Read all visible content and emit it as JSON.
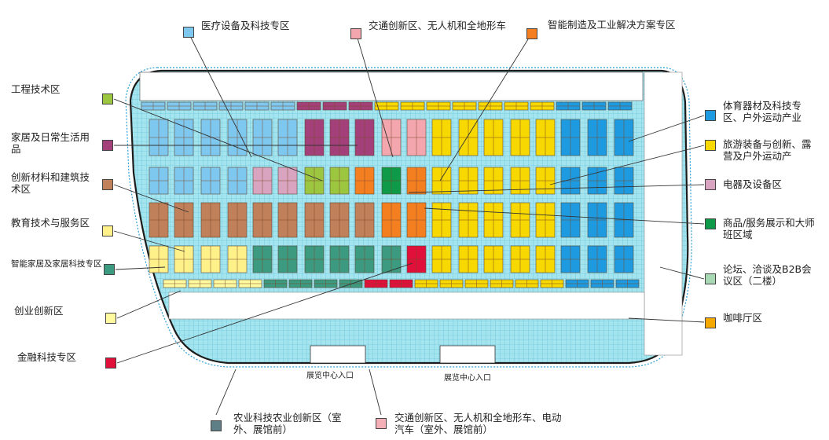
{
  "colors": {
    "medical": "#7ec8ef",
    "transport": "#f4a6ae",
    "manufacturing": "#f47f20",
    "engineering": "#9cc640",
    "home": "#a3407a",
    "materials": "#c0805a",
    "education": "#fff18a",
    "smart_home": "#3c9a80",
    "startup": "#fff9a0",
    "fintech": "#e0103a",
    "sports": "#1e9be0",
    "travel": "#f7d800",
    "electrical": "#d9a4c0",
    "showcase": "#0e9a48",
    "forum": "#a9d8b4",
    "cafe": "#f5a800",
    "agri": "#5f7f86",
    "transport_outdoor": "#f4b0b6",
    "hall_bg": "#a4e4ee",
    "grid_line": "#52bcd6",
    "wall": "#1c1c1c",
    "leader": "#333333"
  },
  "legend": {
    "left": [
      {
        "id": "engineering",
        "label": "工程技术区"
      },
      {
        "id": "home",
        "label": "家居及日常生活用品"
      },
      {
        "id": "materials",
        "label": "创新材料和建筑技术区"
      },
      {
        "id": "education",
        "label": "教育技术与服务区"
      },
      {
        "id": "smart_home",
        "label": "智能家居及家居科技专区"
      },
      {
        "id": "startup",
        "label": "创业创新区"
      },
      {
        "id": "fintech",
        "label": "金融科技专区"
      }
    ],
    "top": [
      {
        "id": "medical",
        "label": "医疗设备及科技专区"
      },
      {
        "id": "transport",
        "label": "交通创新区、无人机和全地形车"
      },
      {
        "id": "manufacturing",
        "label": "智能制造及工业解决方案专区"
      }
    ],
    "right": [
      {
        "id": "sports",
        "label": "体育器材及科技专区、户外运动产业"
      },
      {
        "id": "travel",
        "label": "旅游装备与创新、露营及户外运动产"
      },
      {
        "id": "electrical",
        "label": "电器及设备区"
      },
      {
        "id": "showcase",
        "label": "商品/服务展示和大师班区域"
      },
      {
        "id": "forum",
        "label": "论坛、洽谈及B2B会议区（二楼）"
      },
      {
        "id": "cafe",
        "label": "咖啡厅区"
      }
    ],
    "bottom": [
      {
        "id": "agri",
        "label": "农业科技农业创新区（室外、展馆前）"
      },
      {
        "id": "transport_outdoor",
        "label": "交通创新区、无人机和全地形车、电动汽车（室外、展馆前）"
      }
    ]
  },
  "map": {
    "entrances": [
      "展览中心入口",
      "展览中心入口"
    ]
  }
}
